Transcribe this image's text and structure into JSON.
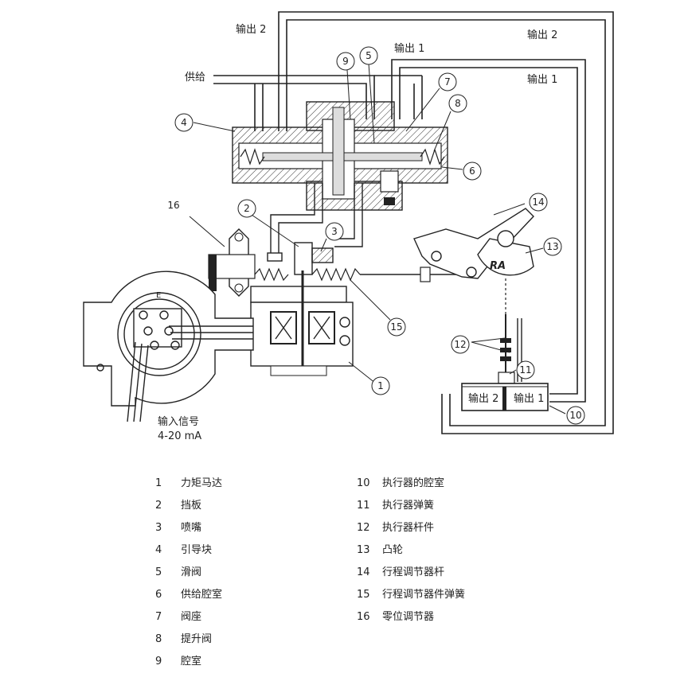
{
  "diagram": {
    "labels": {
      "output2_left": "输出 2",
      "output1_top": "输出 1",
      "output2_right": "输出 2",
      "output1_right": "输出 1",
      "supply": "供给",
      "input_signal": "输入信号",
      "input_range": "4-20 mA",
      "cam_mark": "RA",
      "actuator_out2": "输出 2",
      "actuator_out1": "输出 1",
      "terminal_e": "E"
    },
    "callouts": [
      "1",
      "2",
      "3",
      "4",
      "5",
      "6",
      "7",
      "8",
      "9",
      "10",
      "11",
      "12",
      "13",
      "14",
      "15",
      "16"
    ]
  },
  "legend": {
    "left": [
      {
        "num": "1",
        "text": "力矩马达"
      },
      {
        "num": "2",
        "text": "挡板"
      },
      {
        "num": "3",
        "text": "喷嘴"
      },
      {
        "num": "4",
        "text": "引导块"
      },
      {
        "num": "5",
        "text": "滑阀"
      },
      {
        "num": "6",
        "text": "供给腔室"
      },
      {
        "num": "7",
        "text": "阀座"
      },
      {
        "num": "8",
        "text": "提升阀"
      },
      {
        "num": "9",
        "text": "腔室"
      }
    ],
    "right": [
      {
        "num": "10",
        "text": "执行器的腔室"
      },
      {
        "num": "11",
        "text": "执行器弹簧"
      },
      {
        "num": "12",
        "text": "执行器杆件"
      },
      {
        "num": "13",
        "text": "凸轮"
      },
      {
        "num": "14",
        "text": "行程调节器杆"
      },
      {
        "num": "15",
        "text": "行程调节器件弹簧"
      },
      {
        "num": "16",
        "text": "零位调节器"
      }
    ]
  }
}
